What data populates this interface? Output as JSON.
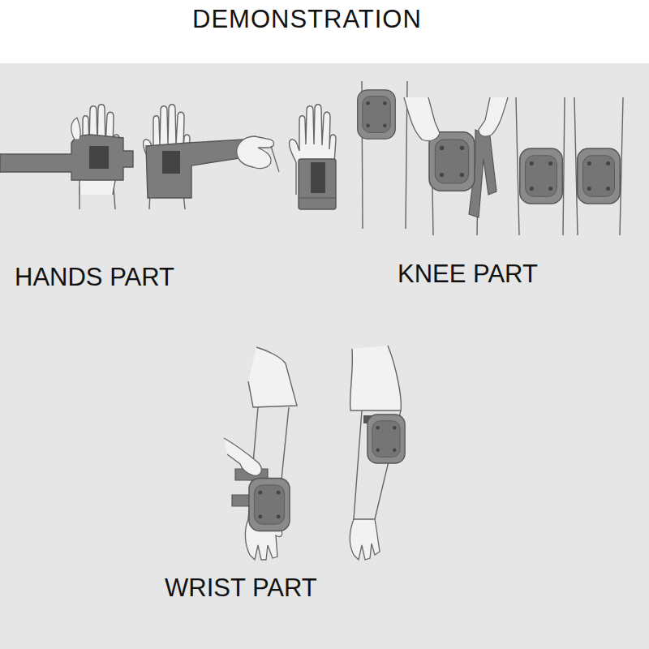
{
  "diagram": {
    "title": "DEMONSTRATION",
    "labels": [
      "HANDS PART",
      "KNEE PART",
      "WRIST PART"
    ]
  }
}
